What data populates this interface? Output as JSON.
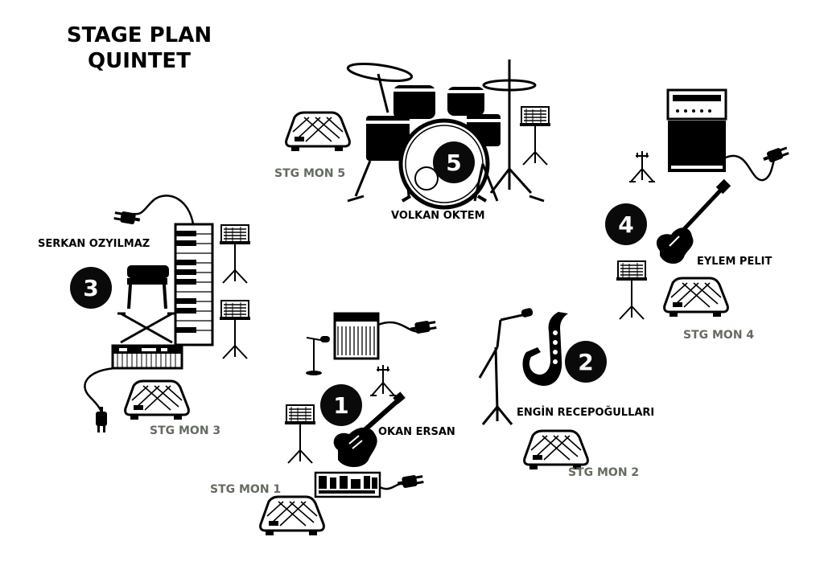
{
  "title": {
    "line1": "STAGE PLAN",
    "line2": "QUINTET"
  },
  "performers": [
    {
      "number": "1",
      "name": "OKAN ERSAN",
      "instrument_icon": "electric-guitar-icon"
    },
    {
      "number": "2",
      "name": "ENGİN RECEPOĞULLARI",
      "instrument_icon": "saxophone-icon"
    },
    {
      "number": "3",
      "name": "SERKAN OZYILMAZ",
      "instrument_icon": "keyboard-icon"
    },
    {
      "number": "4",
      "name": "EYLEM PELIT",
      "instrument_icon": "bass-guitar-icon"
    },
    {
      "number": "5",
      "name": "VOLKAN OKTEM",
      "instrument_icon": "drum-kit-icon"
    }
  ],
  "monitors": [
    {
      "label": "STG MON 1"
    },
    {
      "label": "STG MON 2"
    },
    {
      "label": "STG MON 3"
    },
    {
      "label": "STG MON 4"
    },
    {
      "label": "STG MON 5"
    }
  ],
  "colors": {
    "ink": "#000000",
    "monitor_label": "#646b60",
    "badge": "#0a0a0a",
    "background": "#ffffff"
  }
}
